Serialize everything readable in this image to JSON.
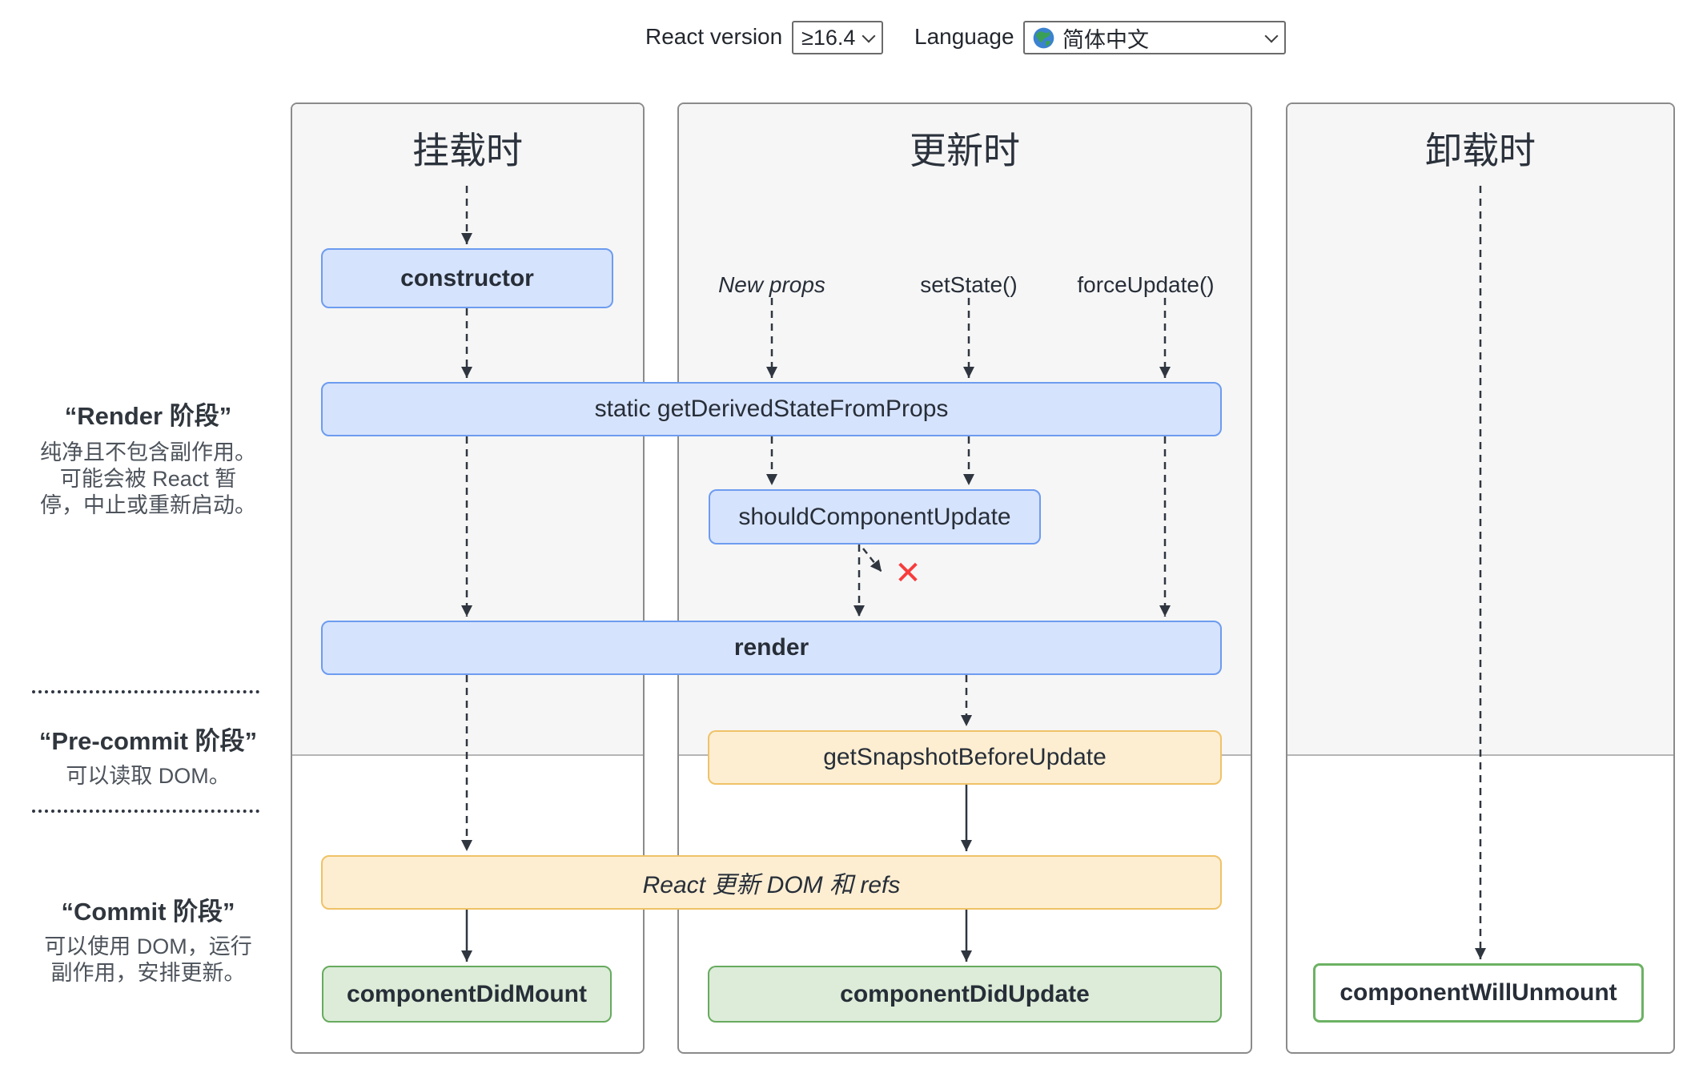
{
  "controls": {
    "react_version_label": "React version",
    "react_version_value": "≥16.4",
    "language_label": "Language",
    "language_icon": "globe-icon",
    "language_value": "简体中文"
  },
  "columns": [
    {
      "title": "挂载时"
    },
    {
      "title": "更新时"
    },
    {
      "title": "卸载时"
    }
  ],
  "sidebar": {
    "phases": [
      {
        "title": "“Render 阶段”",
        "lines": [
          "纯净且不包含副作用。",
          "可能会被 React 暂",
          "停，中止或重新启动。"
        ]
      },
      {
        "title": "“Pre-commit 阶段”",
        "lines": [
          "可以读取 DOM。"
        ]
      },
      {
        "title": "“Commit 阶段”",
        "lines": [
          "可以使用 DOM，运行",
          "副作用，安排更新。"
        ]
      }
    ]
  },
  "triggers": {
    "new_props": "New props",
    "set_state": "setState()",
    "force_update": "forceUpdate()"
  },
  "methods": {
    "constructor": "constructor",
    "get_derived_state_from_props": "static getDerivedStateFromProps",
    "should_component_update": "shouldComponentUpdate",
    "render": "render",
    "get_snapshot_before_update": "getSnapshotBeforeUpdate",
    "react_updates_dom": "React 更新 DOM 和 refs",
    "component_did_mount": "componentDidMount",
    "component_did_update": "componentDidUpdate",
    "component_will_unmount": "componentWillUnmount"
  },
  "annotations": {
    "no_update_x": "✕"
  },
  "colors": {
    "blue_fill": "#d6e3fc",
    "blue_border": "#6d9cf0",
    "yellow_fill": "#fdeed2",
    "yellow_border": "#efc267",
    "green_fill": "#dcecd8",
    "green_border": "#67aa5e",
    "panel_gray": "#f6f6f6",
    "panel_border": "#8b8b8b",
    "arrow": "#2f3640",
    "red_x": "#f83c3c"
  }
}
